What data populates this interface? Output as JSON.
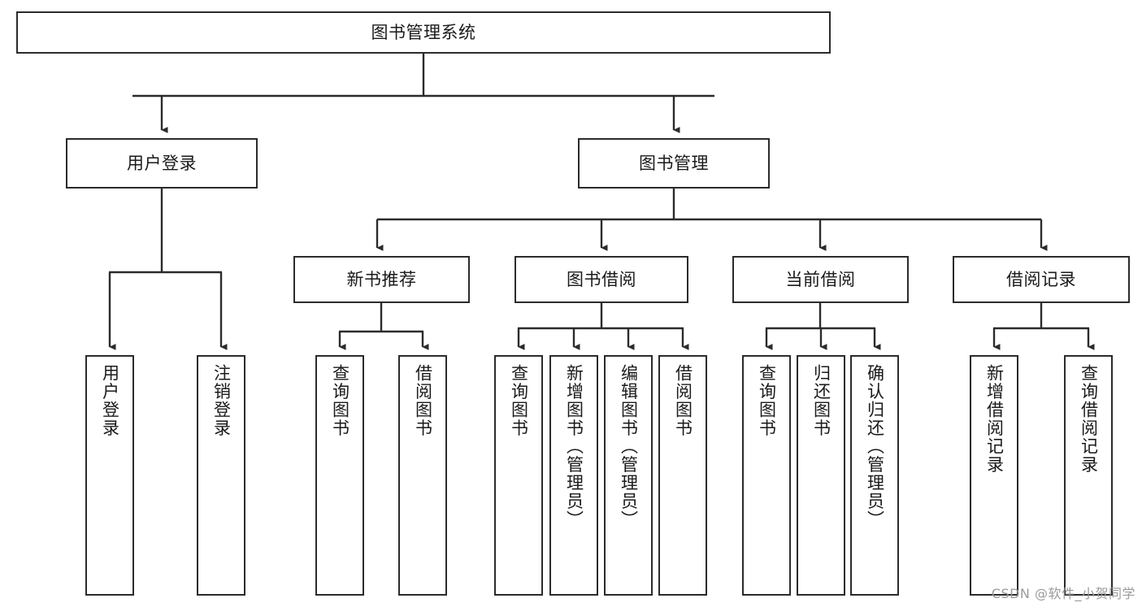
{
  "diagram": {
    "title": "图书管理系统",
    "colors": {
      "box_border": "#2b2b2b",
      "edge": "#2b2b2b",
      "background": "#ffffff",
      "text": "#1a1a1a",
      "watermark": "#9a9a9a"
    },
    "root": {
      "label": "图书管理系统"
    },
    "level2": [
      {
        "label": "用户登录"
      },
      {
        "label": "图书管理"
      }
    ],
    "level3": [
      {
        "label": "新书推荐"
      },
      {
        "label": "图书借阅"
      },
      {
        "label": "当前借阅"
      },
      {
        "label": "借阅记录"
      }
    ],
    "leaves": {
      "user_login": [
        {
          "label": "用户登录"
        },
        {
          "label": "注销登录"
        }
      ],
      "new_book_recommend": [
        {
          "label": "查询图书"
        },
        {
          "label": "借阅图书"
        }
      ],
      "book_borrow": [
        {
          "label": "查询图书"
        },
        {
          "label": "新增图书（管理员）"
        },
        {
          "label": "编辑图书（管理员）"
        },
        {
          "label": "借阅图书"
        }
      ],
      "current_borrow": [
        {
          "label": "查询图书"
        },
        {
          "label": "归还图书"
        },
        {
          "label": "确认归还（管理员）"
        }
      ],
      "borrow_record": [
        {
          "label": "新增借阅记录"
        },
        {
          "label": "查询借阅记录"
        }
      ]
    },
    "watermark": "CSDN @软件_小贺同学"
  }
}
